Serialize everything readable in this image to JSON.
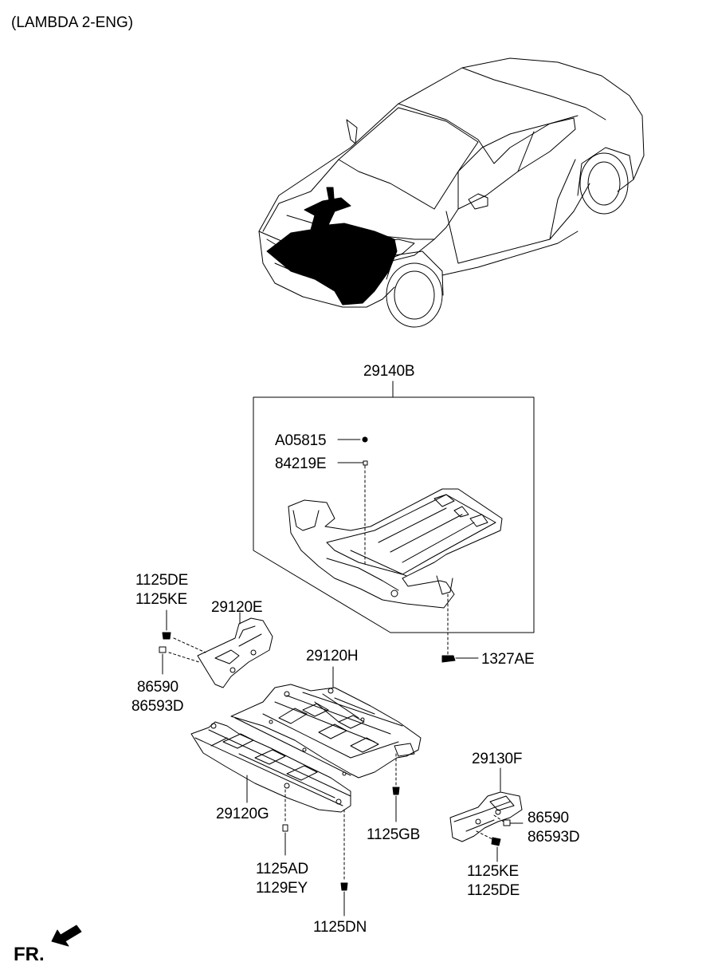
{
  "header": {
    "variant": "(LAMBDA 2-ENG)"
  },
  "footer": {
    "front_label": "FR."
  },
  "parts": {
    "p29140B": "29140B",
    "pA05815": "A05815",
    "p84219E": "84219E",
    "p1327AE": "1327AE",
    "p1125DE_top": "1125DE",
    "p1125KE_top": "1125KE",
    "p29120E": "29120E",
    "p86590_left": "86590",
    "p86593D_left": "86593D",
    "p29120H": "29120H",
    "p29120G": "29120G",
    "p1125GB": "1125GB",
    "p29130F": "29130F",
    "p86590_right": "86590",
    "p86593D_right": "86593D",
    "p1125KE_bottom": "1125KE",
    "p1125DE_bottom": "1125DE",
    "p1125AD": "1125AD",
    "p1129EY": "1129EY",
    "p1125DN": "1125DN"
  },
  "colors": {
    "line": "#000000",
    "fill_dark": "#000000",
    "background": "#ffffff"
  },
  "icons": {
    "front_arrow": "front-arrow-icon"
  }
}
